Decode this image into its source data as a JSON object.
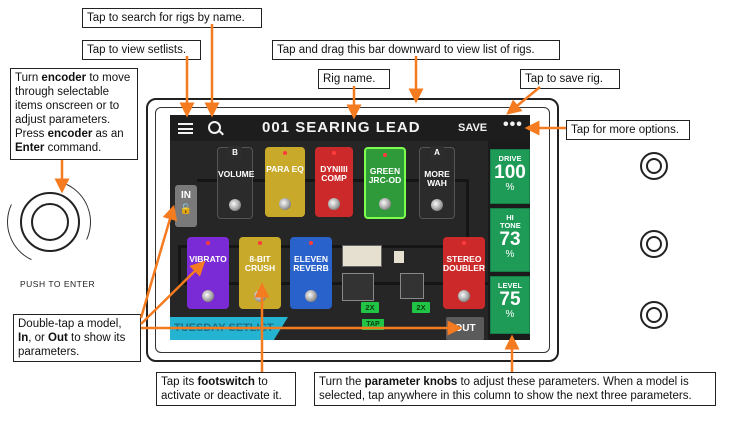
{
  "callouts": {
    "search": "Tap to search for rigs by name.",
    "setlists": "Tap to view setlists.",
    "drag_bar": "Tap and drag this bar downward to view list of rigs.",
    "rig_name": "Rig name.",
    "save_rig": "Tap to save rig.",
    "more_options": "Tap for more options.",
    "encoder": {
      "t1": "Turn ",
      "b1": "encoder",
      "t2": " to move through selectable items onscreen or to adjust parameters. Press ",
      "b2": "encoder",
      "t3": " as an ",
      "b3": "Enter",
      "t4": " command."
    },
    "double_tap": {
      "t1": "Double-tap a model, ",
      "b1": "In",
      "t2": ", or ",
      "b2": "Out",
      "t3": " to show its parameters."
    },
    "footswitch": {
      "t1": "Tap its ",
      "b1": "footswitch",
      "t2": " to activate or deactivate it."
    },
    "param_knobs": {
      "t1": "Turn the ",
      "b1": "parameter knobs",
      "t2": " to adjust these parameters. When a model is selected, tap anywhere in this column to show the next three parameters."
    }
  },
  "device": {
    "encoder_label": "PUSH TO ENTER",
    "rig_title": "001 SEARING LEAD",
    "save_label": "SAVE",
    "more_label": "•••",
    "setlist_label": "TUESDAY SETLIST",
    "in_label": "IN",
    "out_label": "OUT",
    "tap_label": "TAP",
    "row1_pedals": [
      {
        "name": "VOLUME",
        "tag": "B",
        "color": "#2b2b2b"
      },
      {
        "name": "PARA EQ",
        "tag": "",
        "color": "#c9a92a"
      },
      {
        "name": "DYNIIII COMP",
        "tag": "",
        "color": "#cc2a2a"
      },
      {
        "name": "GREEN JRC-OD",
        "tag": "",
        "color": "#2f9a3a"
      },
      {
        "name": "MORE WAH",
        "tag": "A",
        "color": "#2b2b2b"
      }
    ],
    "row2_pedals": [
      {
        "name": "VIBRATO",
        "color": "#7b2bd6"
      },
      {
        "name": "8-BIT CRUSH",
        "color": "#c9a92a"
      },
      {
        "name": "ELEVEN REVERB",
        "color": "#2a62cc"
      },
      {
        "name": "STEREO DOUBLER",
        "color": "#cc2a2a"
      }
    ],
    "x2_label": "2X",
    "params": [
      {
        "name": "DRIVE",
        "value": "100",
        "unit": "%"
      },
      {
        "name": "HI TONE",
        "value": "73",
        "unit": "%"
      },
      {
        "name": "LEVEL",
        "value": "75",
        "unit": "%"
      }
    ]
  },
  "colors": {
    "arrow": "#f47b20",
    "param_green": "#1e9b57",
    "setlist_blue": "#24b3d0"
  }
}
